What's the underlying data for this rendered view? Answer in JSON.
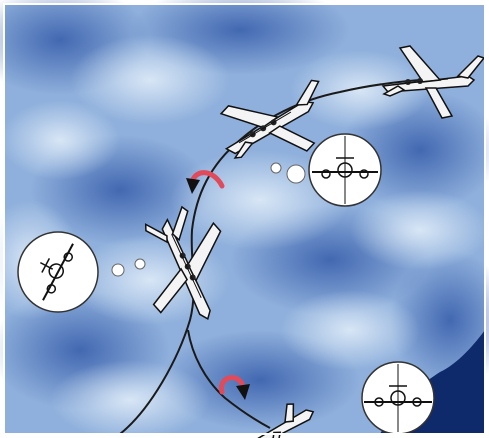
{
  "scene": {
    "sky": {
      "light_color": "#cfe0f2",
      "mid_color": "#8fb0dc",
      "dark_color": "#3d64b0"
    },
    "ground_color": "#0f2a6b",
    "flight_path_color": "#1a1a1a",
    "rotation_arrow_color": "#e04a5a",
    "aircraft": [
      {
        "name": "aircraft-level-top-right",
        "attitude": "wings-level"
      },
      {
        "name": "aircraft-banking-upper",
        "attitude": "rolling"
      },
      {
        "name": "aircraft-inverted-center",
        "attitude": "inverted"
      },
      {
        "name": "aircraft-entering-bottom",
        "attitude": "entry"
      }
    ],
    "callouts": [
      {
        "name": "view-callout-right",
        "icon": "wings-level-cockpit-view"
      },
      {
        "name": "view-callout-left",
        "icon": "steep-bank-cockpit-view"
      },
      {
        "name": "view-callout-bottom-right",
        "icon": "wings-level-cockpit-view"
      }
    ],
    "rotation_arrows": [
      {
        "name": "roll-arrow-upper",
        "direction": "counter-clockwise"
      },
      {
        "name": "roll-arrow-lower",
        "direction": "clockwise"
      }
    ]
  }
}
